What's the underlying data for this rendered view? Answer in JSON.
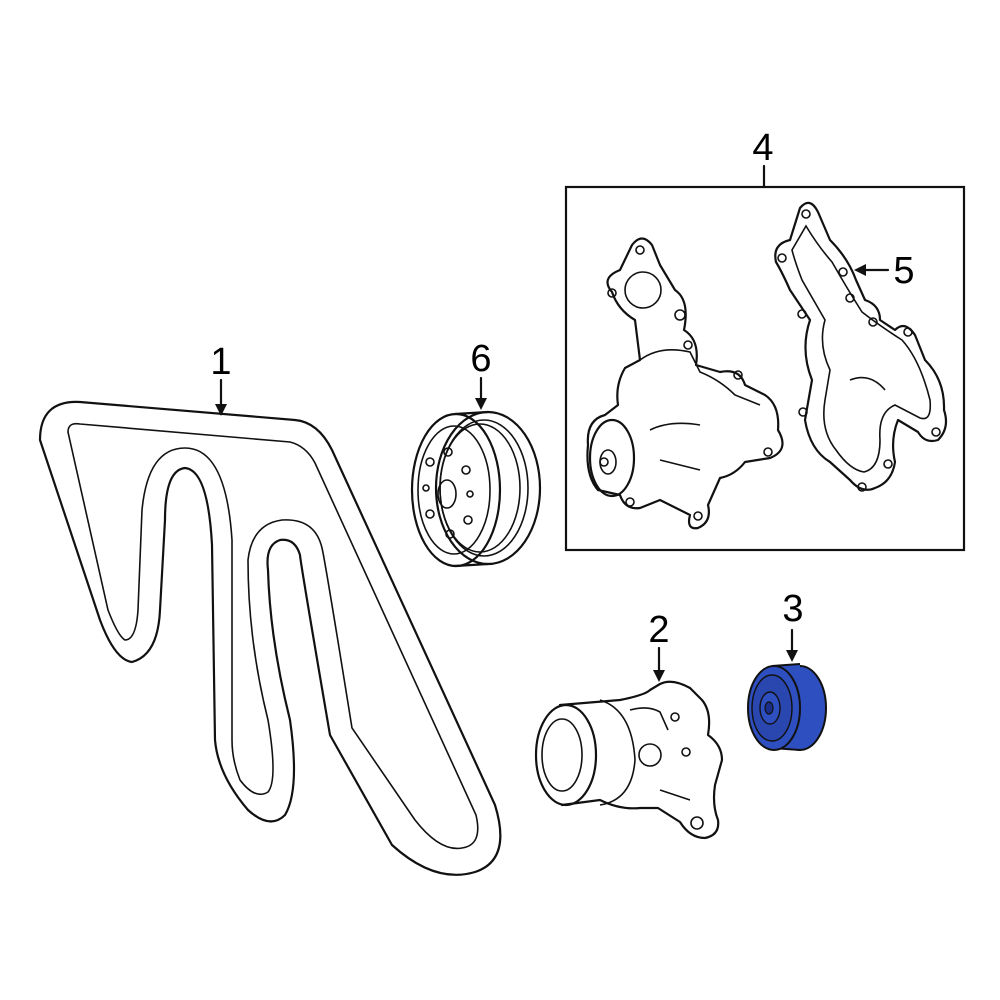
{
  "diagram": {
    "callouts": [
      {
        "id": "1",
        "label": "1"
      },
      {
        "id": "2",
        "label": "2"
      },
      {
        "id": "3",
        "label": "3"
      },
      {
        "id": "4",
        "label": "4"
      },
      {
        "id": "5",
        "label": "5"
      },
      {
        "id": "6",
        "label": "6"
      }
    ],
    "highlighted_part": "3",
    "colors": {
      "line": "#111111",
      "highlight_fill": "#2e4fbf",
      "highlight_dark": "#1b2f8a",
      "background": "#ffffff"
    }
  }
}
